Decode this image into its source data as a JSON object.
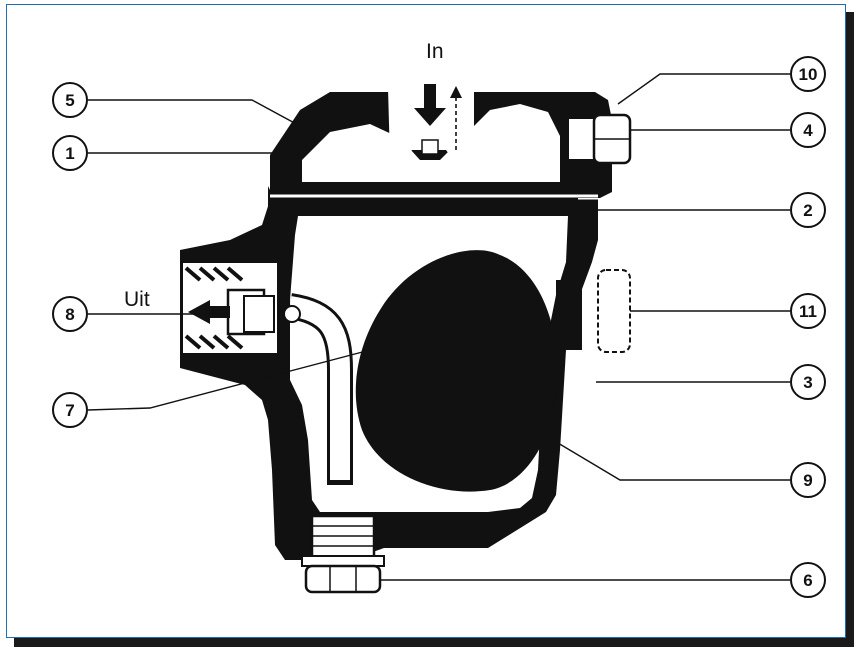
{
  "labels": {
    "inlet": "In",
    "outlet": "Uit"
  },
  "callouts": [
    "1",
    "2",
    "3",
    "4",
    "5",
    "6",
    "7",
    "8",
    "9",
    "10",
    "11"
  ],
  "colors": {
    "frame_border": "#1e6fb0",
    "body": "#111111",
    "shadow": "#1a1a1a"
  }
}
